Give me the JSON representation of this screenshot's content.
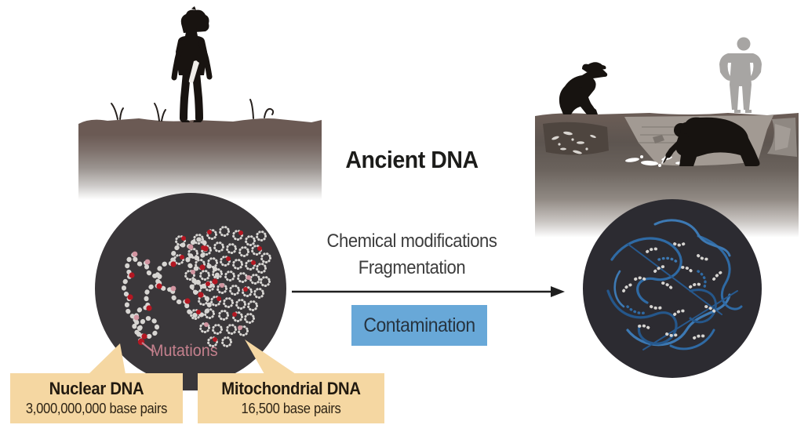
{
  "header": {
    "title": "Ancient DNA"
  },
  "process": {
    "effect_line1": "Chemical modifications",
    "effect_line2": "Fragmentation",
    "contamination_label": "Contamination"
  },
  "sample": {
    "mutations_label": "Mutations",
    "nuclear": {
      "title": "Nuclear DNA",
      "subtitle": "3,000,000,000 base pairs"
    },
    "mitochondrial": {
      "title": "Mitochondrial DNA",
      "subtitle": "16,500 base pairs"
    }
  },
  "icons": {
    "left_scene": "ancient-human-silhouette-on-buried-ground",
    "right_scene": "archaeologists-excavation-site",
    "left_circle": "intact-dna-magnified-view",
    "right_circle": "degraded-contaminated-dna-magnified-view"
  },
  "colors": {
    "contamination_box": "#68a8d8",
    "label_box_tan": "#f5d7a2",
    "circle_before": "#3a373a",
    "circle_after": "#2c2b31",
    "dna_strand_gray": "#d7d5d2",
    "mutation_red": "#b41722",
    "mutation_pink": "#d294a0",
    "mutations_text": "#c4808d",
    "contaminant_blue": "#2f6aa4",
    "ground_brown": "#6b5a54"
  }
}
